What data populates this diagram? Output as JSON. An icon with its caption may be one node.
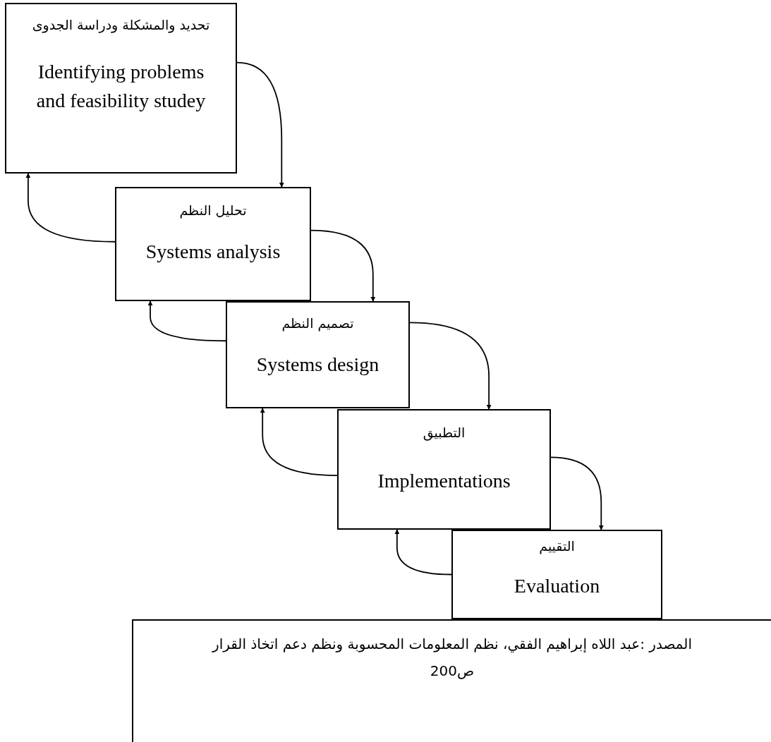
{
  "diagram": {
    "nodes": [
      {
        "text": [
          "تحديد والمشكلة ودراسة الجدوى",
          "Identifying problems and feasibility studey"
        ]
      },
      {
        "text": [
          "تحليل النظم",
          "Systems analysis"
        ]
      },
      {
        "text": [
          "تصميم النظم",
          "Systems design"
        ]
      },
      {
        "text": [
          "التطبيق",
          "Implementations"
        ]
      },
      {
        "text": [
          "التقييم",
          "Evaluation"
        ]
      },
      {
        "text": [
          "المصدر :عبد اللاه إبراهيم الفقي، نظم المعلومات المحسوبة ونظم دعم اتخاذ القرار ص200"
        ]
      }
    ],
    "edges": [
      {
        "from": 0,
        "to": 1,
        "arrow": "to"
      },
      {
        "from": 1,
        "to": 0,
        "arrow": "to"
      },
      {
        "from": 1,
        "to": 2,
        "arrow": "to"
      },
      {
        "from": 2,
        "to": 1,
        "arrow": "to"
      },
      {
        "from": 2,
        "to": 3,
        "arrow": "to"
      },
      {
        "from": 3,
        "to": 2,
        "arrow": "to"
      },
      {
        "from": 3,
        "to": 4,
        "arrow": "to"
      },
      {
        "from": 4,
        "to": 3,
        "arrow": "to"
      }
    ]
  }
}
